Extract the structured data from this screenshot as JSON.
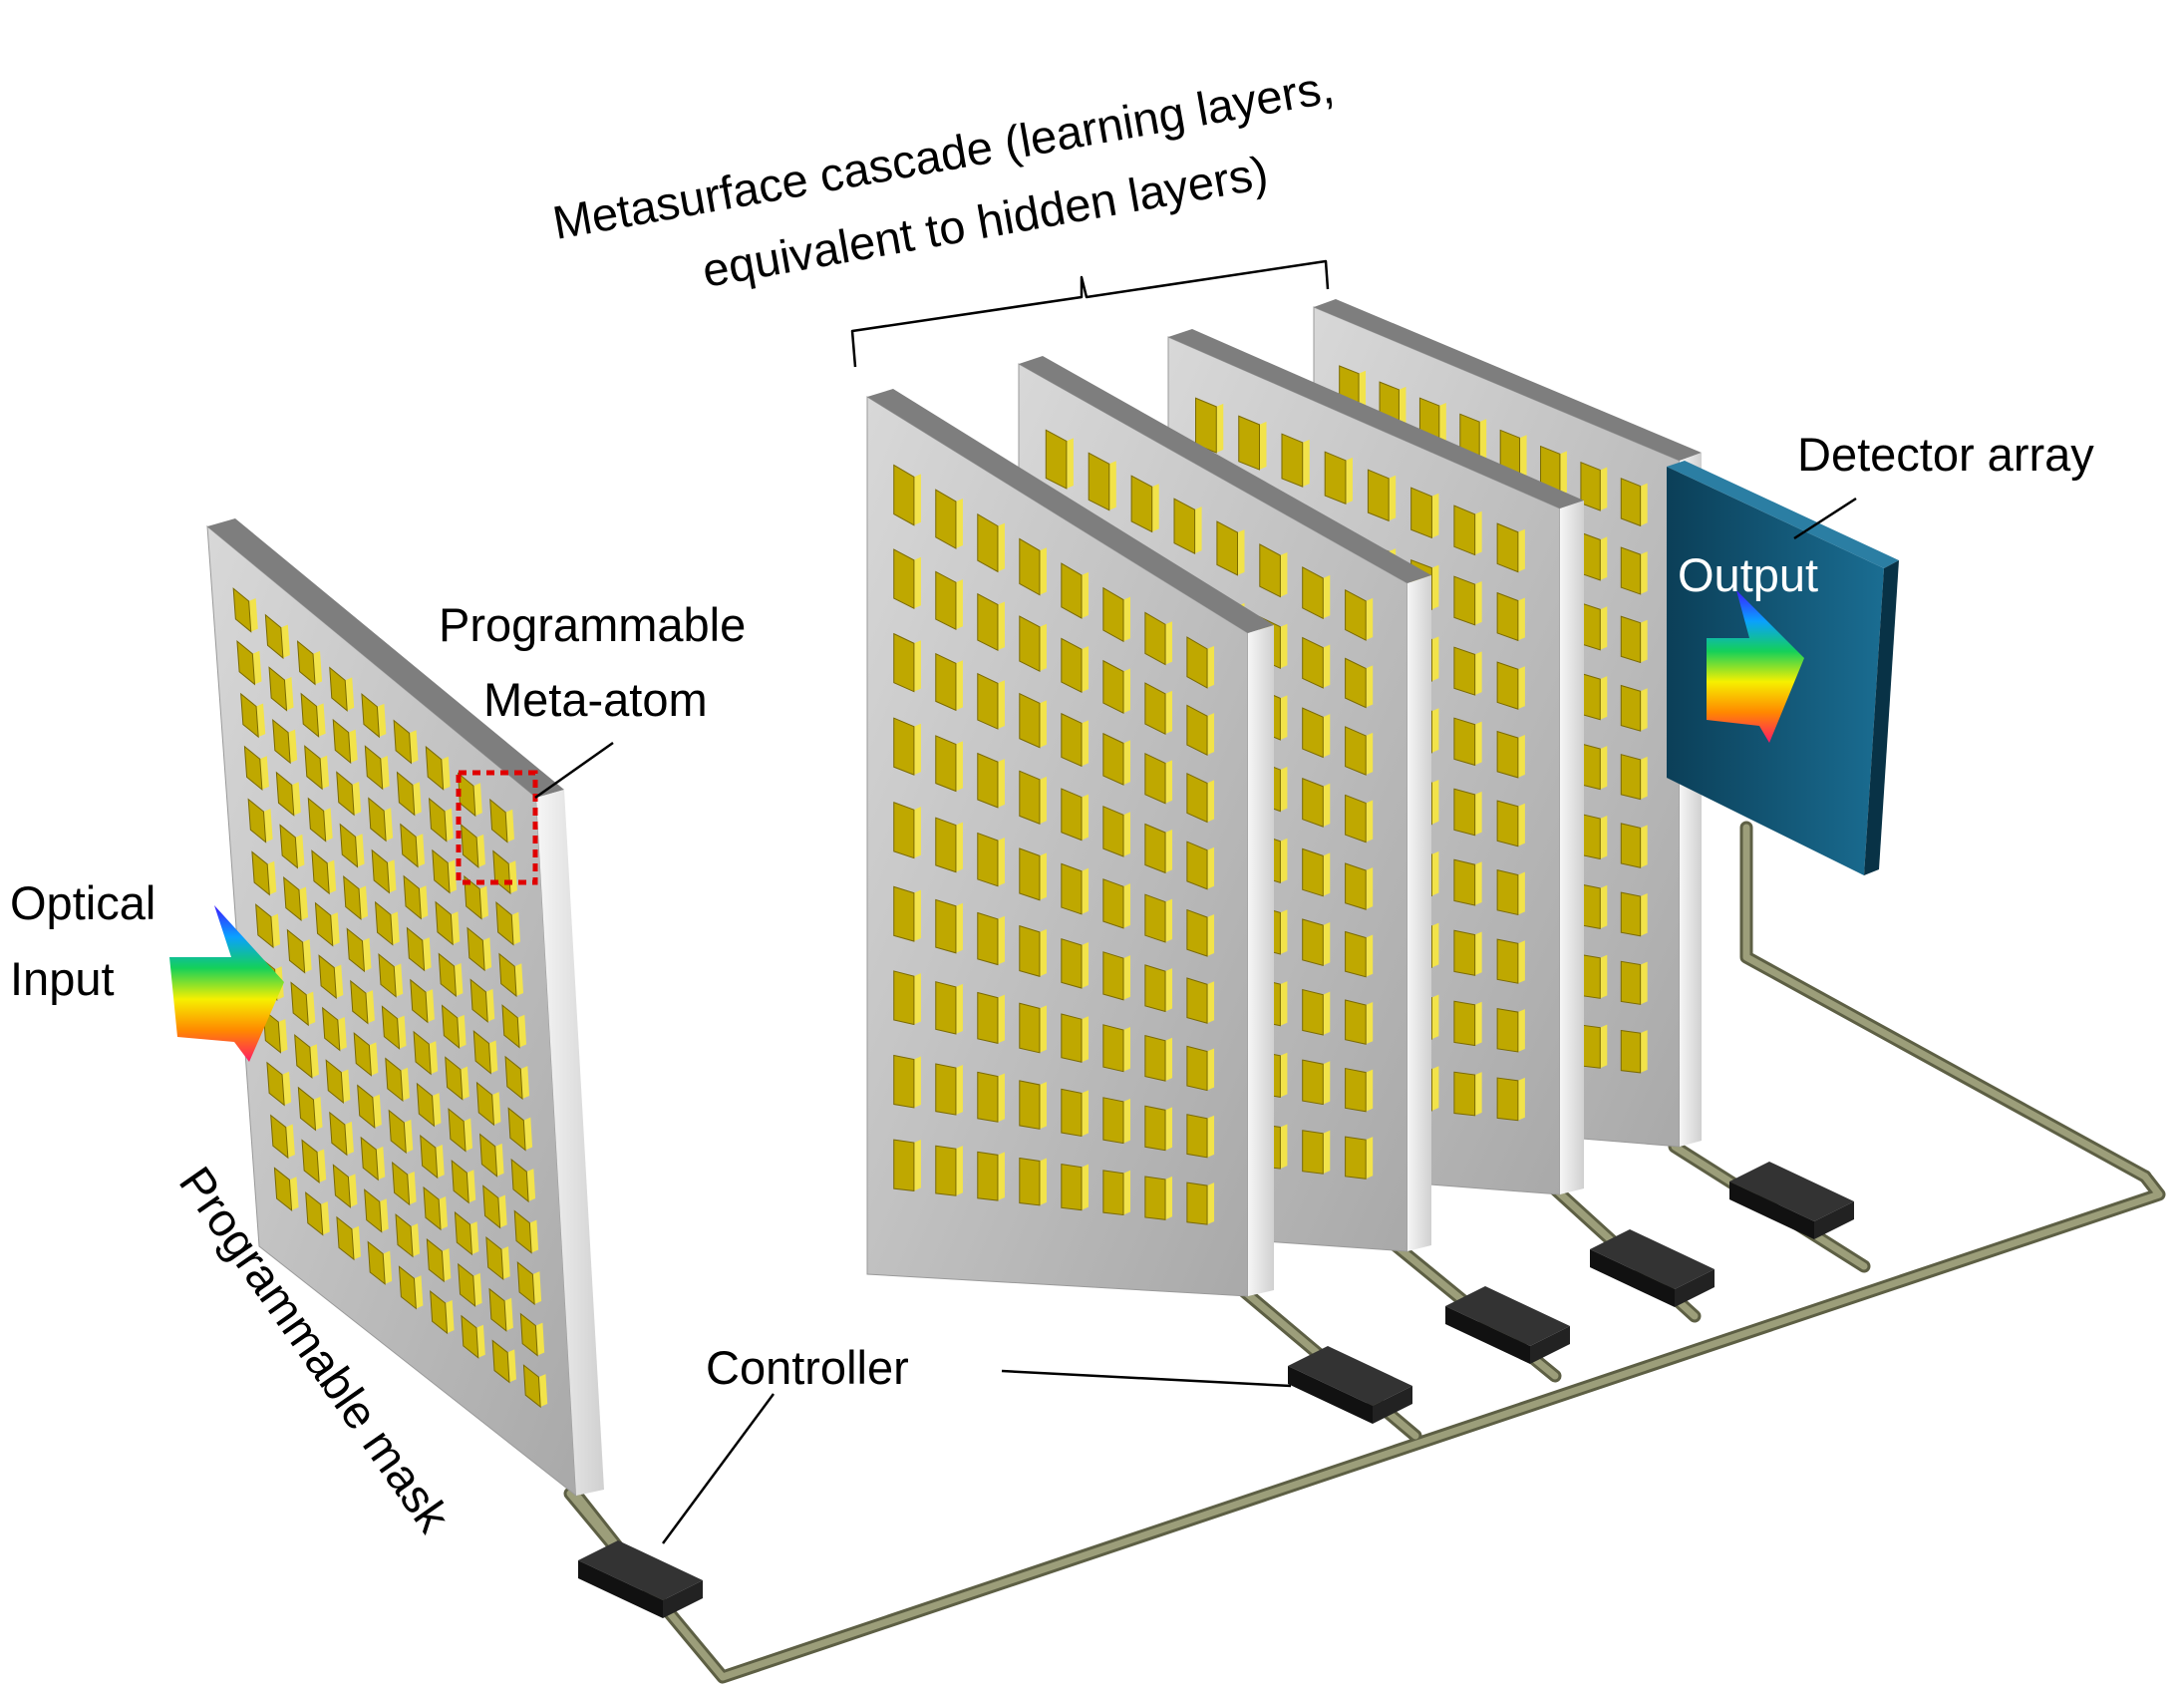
{
  "labels": {
    "cascade_line1": "Metasurface cascade (learning layers,",
    "cascade_line2": "equivalent to hidden layers)",
    "detector": "Detector array",
    "output": "Output",
    "meta_atom_line1": "Programmable",
    "meta_atom_line2": "Meta-atom",
    "optical_line1": "Optical",
    "optical_line2": "Input",
    "controller": "Controller",
    "mask": "Programmable mask"
  },
  "colors": {
    "panel_face": "#c4c4c4",
    "panel_edge": "#ededed",
    "meta_atom": "#c9b400",
    "wire": "#8a8c6a",
    "controller": "#1c1c1c",
    "detector": "#0f5a78",
    "highlight_box": "#e00000"
  },
  "icons": [
    "rainbow-arrow-icon",
    "brace-icon"
  ]
}
